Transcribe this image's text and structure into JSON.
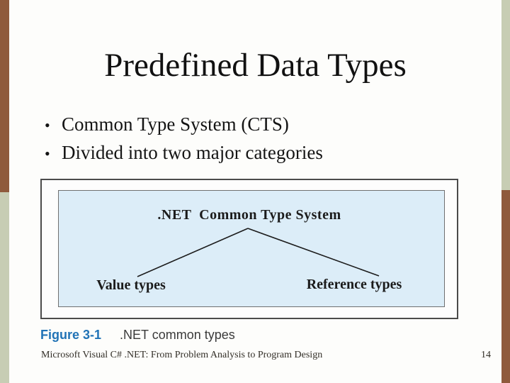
{
  "slide": {
    "title": "Predefined Data Types",
    "bullet_char": "•",
    "bullets": [
      "Common Type System (CTS)",
      "Divided into two major categories"
    ],
    "figure": {
      "root_label": ".NET  Common Type System",
      "left_label": "Value types",
      "right_label": "Reference types",
      "caption_label": "Figure 3-1",
      "caption_text": ".NET common types"
    },
    "footer": {
      "text": "Microsoft Visual C# .NET: From Problem Analysis to Program Design",
      "page_number": "14"
    },
    "colors": {
      "accent_brown": "#8F5A3C",
      "accent_sage": "#C7CDB4",
      "figure_fill": "#DCEDF8",
      "caption_blue": "#2173B6"
    }
  }
}
